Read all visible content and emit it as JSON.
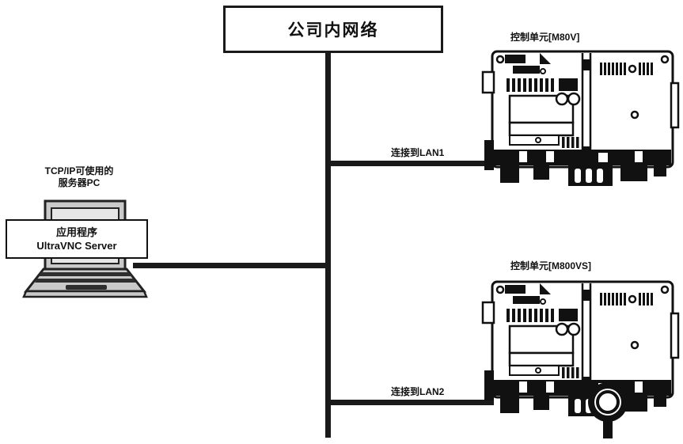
{
  "diagram": {
    "network_box": {
      "label": "公司内网络"
    },
    "server_pc": {
      "caption_line1": "TCP/IP可使用的",
      "caption_line2": "服务器PC",
      "app_line1": "应用程序",
      "app_line2": "UltraVNC Server"
    },
    "connections": {
      "lan1_label": "连接到LAN1",
      "lan2_label": "连接到LAN2"
    },
    "control_units": [
      {
        "label": "控制单元[M80V]"
      },
      {
        "label": "控制单元[M800VS]"
      }
    ],
    "colors": {
      "line": "#1a1a1a",
      "border": "#1a1a1a",
      "laptop_fill": "#c9c9c9",
      "laptop_screen": "#e6e6e6"
    }
  }
}
